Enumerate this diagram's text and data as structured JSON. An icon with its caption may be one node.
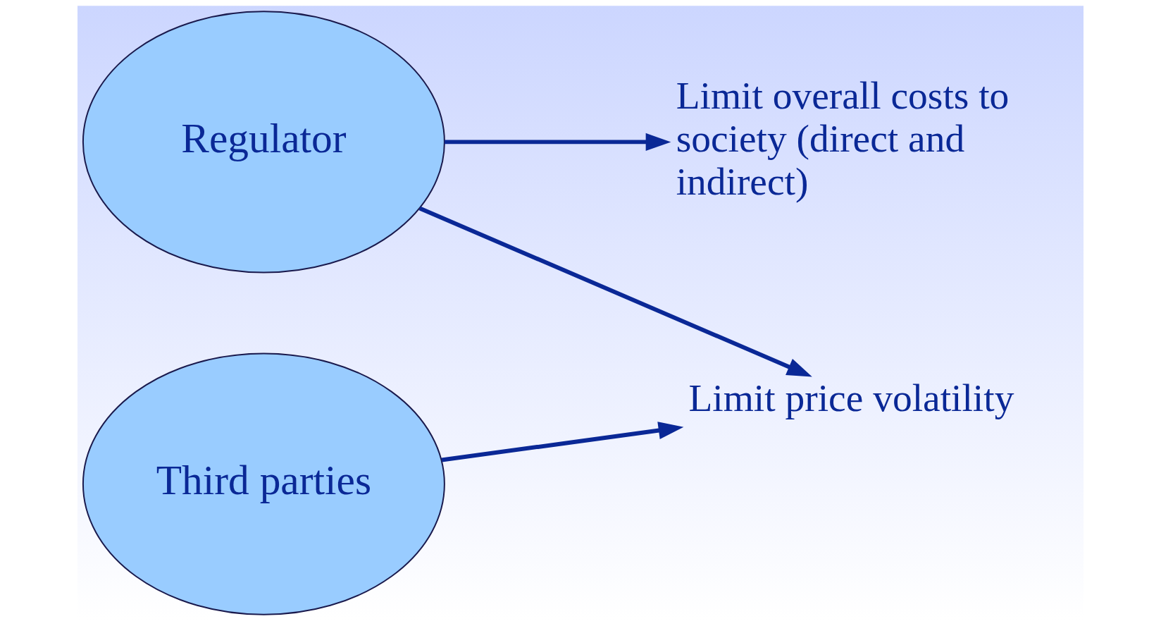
{
  "diagram": {
    "nodes": [
      {
        "text": [
          "Regulator"
        ]
      },
      {
        "text": [
          "Third parties"
        ]
      },
      {
        "text": [
          "Limit overall costs to society (direct and indirect)"
        ]
      },
      {
        "text": [
          "Limit price volatility"
        ]
      }
    ],
    "edges": [
      {
        "from": 0,
        "to": 2,
        "arrow": "to"
      },
      {
        "from": 0,
        "to": 3,
        "arrow": "to"
      },
      {
        "from": 1,
        "to": 3,
        "arrow": "to"
      }
    ]
  }
}
